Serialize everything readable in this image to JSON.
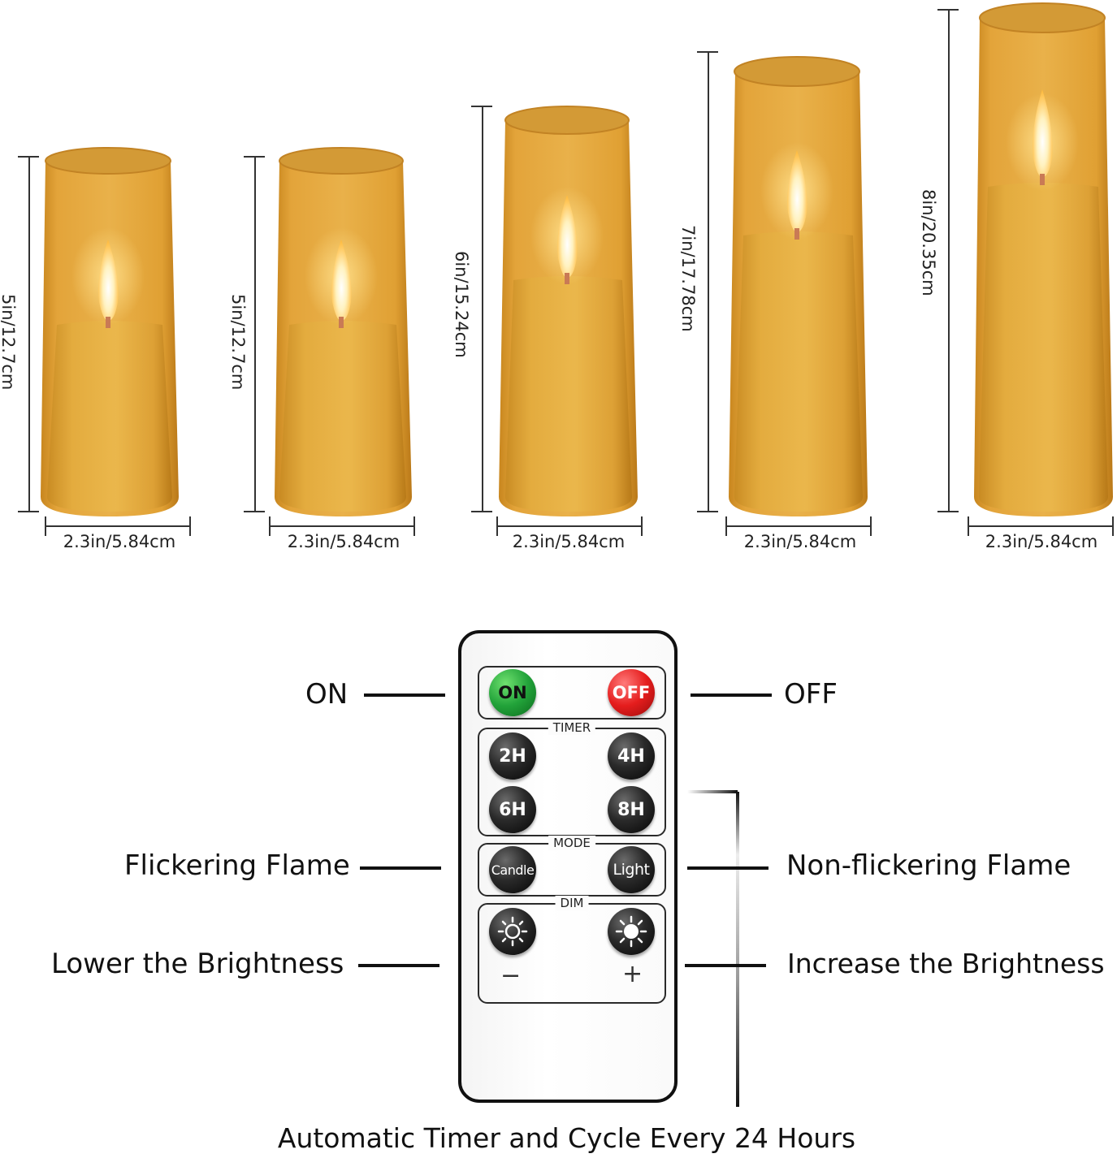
{
  "candles": [
    {
      "height_label": "5in/12.7cm",
      "width_label": "2.3in/5.84cm"
    },
    {
      "height_label": "5in/12.7cm",
      "width_label": "2.3in/5.84cm"
    },
    {
      "height_label": "6in/15.24cm",
      "width_label": "2.3in/5.84cm"
    },
    {
      "height_label": "7in/17.78cm",
      "width_label": "2.3in/5.84cm"
    },
    {
      "height_label": "8in/20.35cm",
      "width_label": "2.3in/5.84cm"
    }
  ],
  "remote": {
    "on_label": "ON",
    "off_label": "OFF",
    "timer_title": "TIMER",
    "timer_buttons": [
      "2H",
      "4H",
      "6H",
      "8H"
    ],
    "mode_title": "MODE",
    "mode_candle": "Candle",
    "mode_light": "Light",
    "dim_title": "DIM",
    "dim_minus": "−",
    "dim_plus": "+"
  },
  "callouts": {
    "on": "ON",
    "off": "OFF",
    "flicker": "Flickering Flame",
    "nonflicker": "Non-flickering Flame",
    "lower": "Lower the Brightness",
    "increase": "Increase the Brightness"
  },
  "footer": "Automatic Timer and Cycle Every 24 Hours",
  "colors": {
    "candle_glass": "#e0a230",
    "candle_wax": "#e8b340",
    "flame": "#fff4d0",
    "on_button": "#22a33a",
    "off_button": "#e51d1d"
  },
  "icons": {
    "dim_down": "sun-outline-icon",
    "dim_up": "sun-filled-icon"
  }
}
